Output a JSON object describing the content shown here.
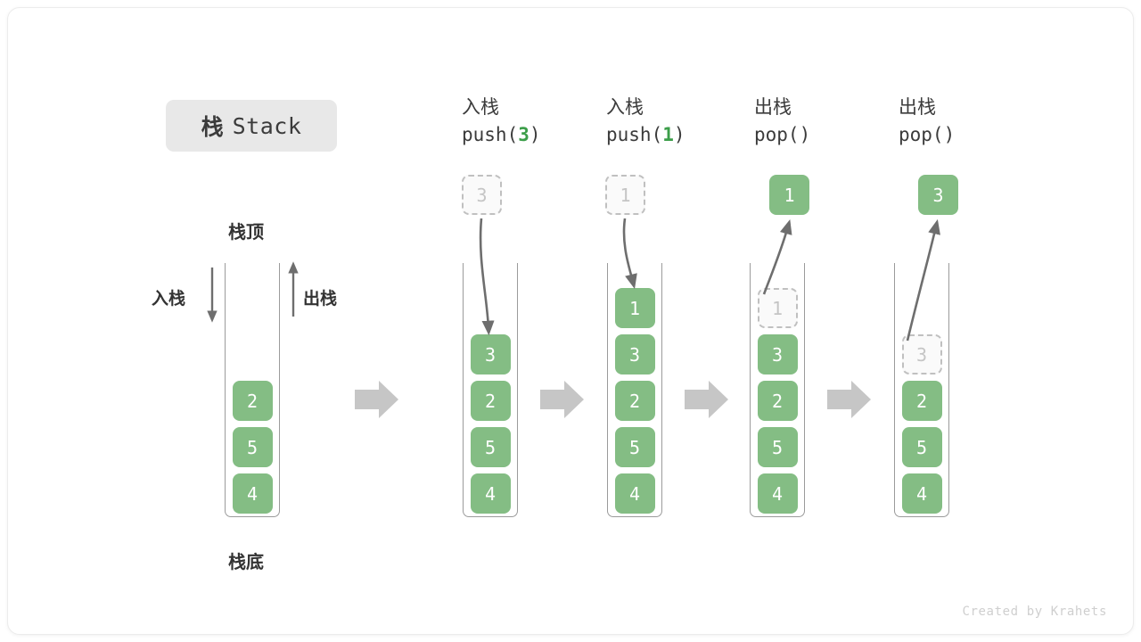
{
  "title": {
    "cn": "栈",
    "en": "Stack"
  },
  "labels": {
    "stack_top": "栈顶",
    "stack_bottom": "栈底",
    "push_side": "入栈",
    "pop_side": "出栈"
  },
  "footer": "Created by Krahets",
  "colors": {
    "cell_green": "#84bd84",
    "cell_text": "#ffffff",
    "ghost_fill": "#fafafa",
    "ghost_border": "#c0c0c0",
    "ghost_text": "#c5c5c5",
    "arrow_gray": "#6e6e6e",
    "step_arrow_gray": "#c6c6c6",
    "wall_gray": "#9b9b9b",
    "badge_bg": "#e8e8e8",
    "text_dark": "#3b3b3b",
    "accent_green": "#3c9e4a"
  },
  "columns": [
    {
      "id": "initial",
      "header_cn": "",
      "header_code_pre": "",
      "header_code_arg": "",
      "header_code_post": "",
      "cells": [
        "4",
        "5",
        "2"
      ],
      "ghost_in_stack": null,
      "float_box": null,
      "float_box_kind": null
    },
    {
      "id": "push-3",
      "header_cn": "入栈",
      "header_code_pre": "push(",
      "header_code_arg": "3",
      "header_code_post": ")",
      "cells": [
        "4",
        "5",
        "2",
        "3"
      ],
      "ghost_in_stack": null,
      "float_box": "3",
      "float_box_kind": "ghost"
    },
    {
      "id": "push-1",
      "header_cn": "入栈",
      "header_code_pre": "push(",
      "header_code_arg": "1",
      "header_code_post": ")",
      "cells": [
        "4",
        "5",
        "2",
        "3",
        "1"
      ],
      "ghost_in_stack": null,
      "float_box": "1",
      "float_box_kind": "ghost"
    },
    {
      "id": "pop-1",
      "header_cn": "出栈",
      "header_code_pre": "pop(",
      "header_code_arg": "",
      "header_code_post": ")",
      "cells": [
        "4",
        "5",
        "2",
        "3"
      ],
      "ghost_in_stack": "1",
      "float_box": "1",
      "float_box_kind": "filled"
    },
    {
      "id": "pop-3",
      "header_cn": "出栈",
      "header_code_pre": "pop(",
      "header_code_arg": "",
      "header_code_post": ")",
      "cells": [
        "4",
        "5",
        "2"
      ],
      "ghost_in_stack": "3",
      "float_box": "3",
      "float_box_kind": "filled"
    }
  ]
}
